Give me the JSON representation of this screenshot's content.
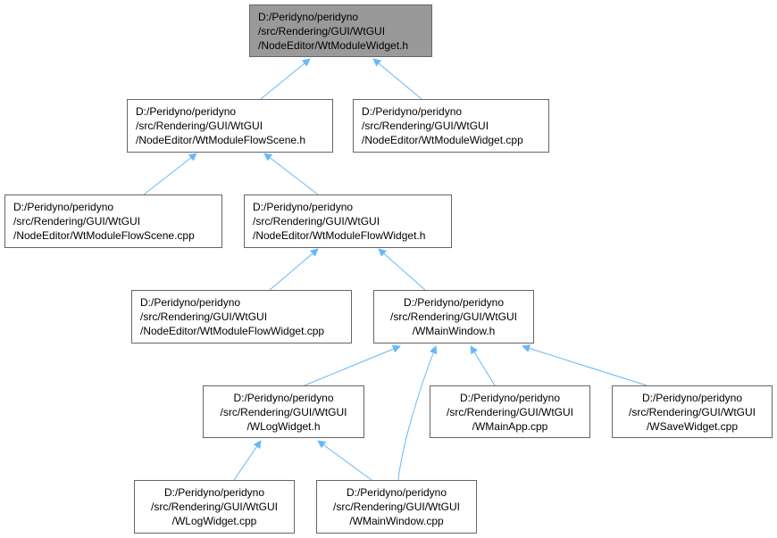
{
  "graph": {
    "edge_color": "#63b8ff",
    "root_fill": "#999999",
    "node_fill": "#ffffff",
    "node_border": "#666666",
    "nodes": {
      "n1": [
        "D:/Peridyno/peridyno",
        "/src/Rendering/GUI/WtGUI",
        "/NodeEditor/WtModuleWidget.h"
      ],
      "n2": [
        "D:/Peridyno/peridyno",
        "/src/Rendering/GUI/WtGUI",
        "/NodeEditor/WtModuleFlowScene.h"
      ],
      "n3": [
        "D:/Peridyno/peridyno",
        "/src/Rendering/GUI/WtGUI",
        "/NodeEditor/WtModuleWidget.cpp"
      ],
      "n4": [
        "D:/Peridyno/peridyno",
        "/src/Rendering/GUI/WtGUI",
        "/NodeEditor/WtModuleFlowScene.cpp"
      ],
      "n5": [
        "D:/Peridyno/peridyno",
        "/src/Rendering/GUI/WtGUI",
        "/NodeEditor/WtModuleFlowWidget.h"
      ],
      "n6": [
        "D:/Peridyno/peridyno",
        "/src/Rendering/GUI/WtGUI",
        "/NodeEditor/WtModuleFlowWidget.cpp"
      ],
      "n7": [
        "D:/Peridyno/peridyno",
        "/src/Rendering/GUI/WtGUI",
        "/WMainWindow.h"
      ],
      "n8": [
        "D:/Peridyno/peridyno",
        "/src/Rendering/GUI/WtGUI",
        "/WLogWidget.h"
      ],
      "n9": [
        "D:/Peridyno/peridyno",
        "/src/Rendering/GUI/WtGUI",
        "/WMainApp.cpp"
      ],
      "n10": [
        "D:/Peridyno/peridyno",
        "/src/Rendering/GUI/WtGUI",
        "/WSaveWidget.cpp"
      ],
      "n11": [
        "D:/Peridyno/peridyno",
        "/src/Rendering/GUI/WtGUI",
        "/WLogWidget.cpp"
      ],
      "n12": [
        "D:/Peridyno/peridyno",
        "/src/Rendering/GUI/WtGUI",
        "/WMainWindow.cpp"
      ]
    }
  }
}
